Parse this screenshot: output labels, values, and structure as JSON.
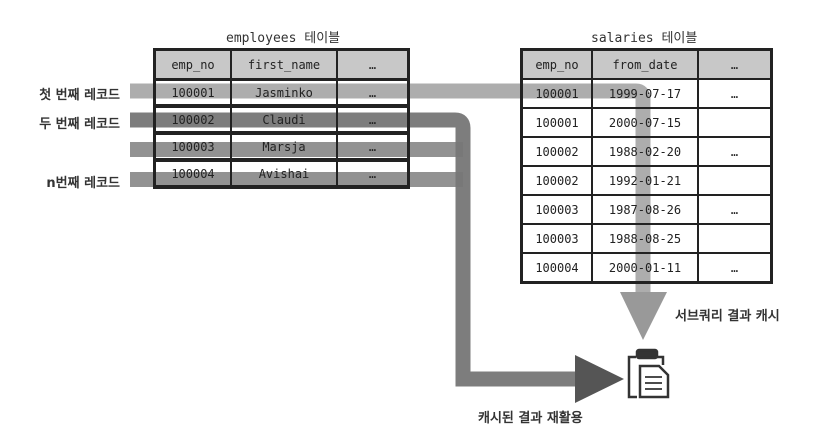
{
  "employees": {
    "title": "employees 테이블",
    "headers": [
      "emp_no",
      "first_name",
      "…"
    ],
    "rows": [
      [
        "100001",
        "Jasminko",
        "…"
      ],
      [
        "100002",
        "Claudi",
        "…"
      ],
      [
        "100003",
        "Marsja",
        "…"
      ],
      [
        "100004",
        "Avishai",
        "…"
      ]
    ]
  },
  "salaries": {
    "title": "salaries 테이블",
    "headers": [
      "emp_no",
      "from_date",
      "…"
    ],
    "rows": [
      [
        "100001",
        "1999-07-17",
        "…"
      ],
      [
        "100001",
        "2000-07-15",
        ""
      ],
      [
        "100002",
        "1988-02-20",
        "…"
      ],
      [
        "100002",
        "1992-01-21",
        ""
      ],
      [
        "100003",
        "1987-08-26",
        "…"
      ],
      [
        "100003",
        "1988-08-25",
        ""
      ],
      [
        "100004",
        "2000-01-11",
        "…"
      ]
    ]
  },
  "record_labels": [
    "첫 번째 레코드",
    "두 번째 레코드",
    "",
    "n번째 레코드"
  ],
  "captions": {
    "cache": "서브쿼리 결과 캐시",
    "reuse": "캐시된 결과 재활용"
  },
  "icons": {
    "cache_store": "clipboard-document-icon"
  }
}
